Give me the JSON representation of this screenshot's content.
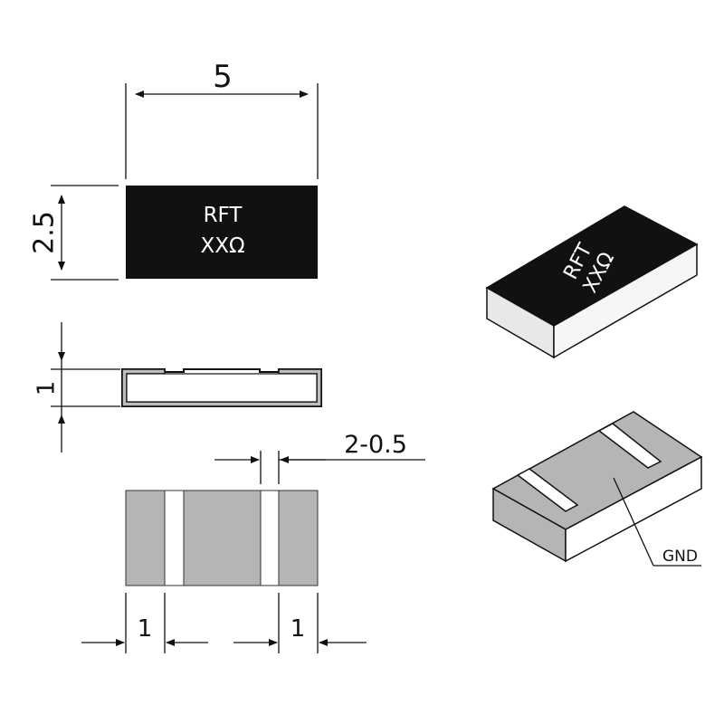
{
  "dimensions": {
    "length": "5",
    "width": "2.5",
    "height": "1",
    "slot": "2-0.5",
    "pad_left": "1",
    "pad_right": "1"
  },
  "marking": {
    "line1": "RFT",
    "line2": "XXΩ"
  },
  "iso_marking": {
    "line1": "RFT",
    "line2": "XXΩ"
  },
  "callout": {
    "gnd": "GND"
  },
  "colors": {
    "body_dark": "#111111",
    "pad_gray": "#b5b5b5",
    "side_light": "#ebebeb",
    "line": "#111111"
  }
}
